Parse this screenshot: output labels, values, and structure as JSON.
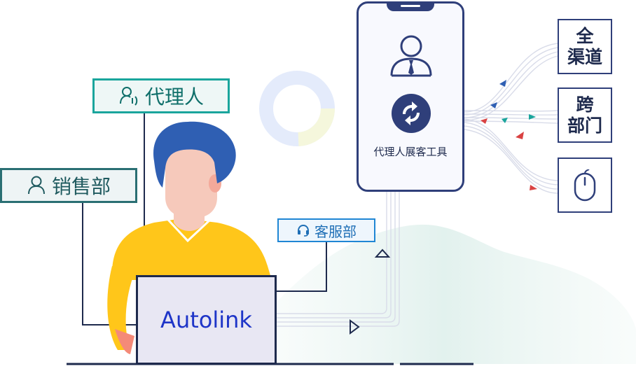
{
  "labels": {
    "agent": "代理人",
    "sales": "销售部",
    "service": "客服部"
  },
  "phone": {
    "caption": "代理人展客工具"
  },
  "channels": {
    "all_line1": "全",
    "all_line2": "渠道",
    "cross_line1": "跨",
    "cross_line2": "部门"
  },
  "laptop": {
    "text": "Autolink"
  },
  "colors": {
    "navy": "#2f3f7a",
    "teal": "#1aa59c",
    "blue": "#1f86d4",
    "shirt": "#ffc61a",
    "hair": "#2f5fb3",
    "skin": "#f6c9bb"
  },
  "icons": {
    "agent": "headset-person-icon",
    "sales": "person-icon",
    "service": "headset-icon",
    "phone_user": "user-tie-icon",
    "phone_sync": "sync-icon",
    "mouse": "mouse-icon"
  }
}
